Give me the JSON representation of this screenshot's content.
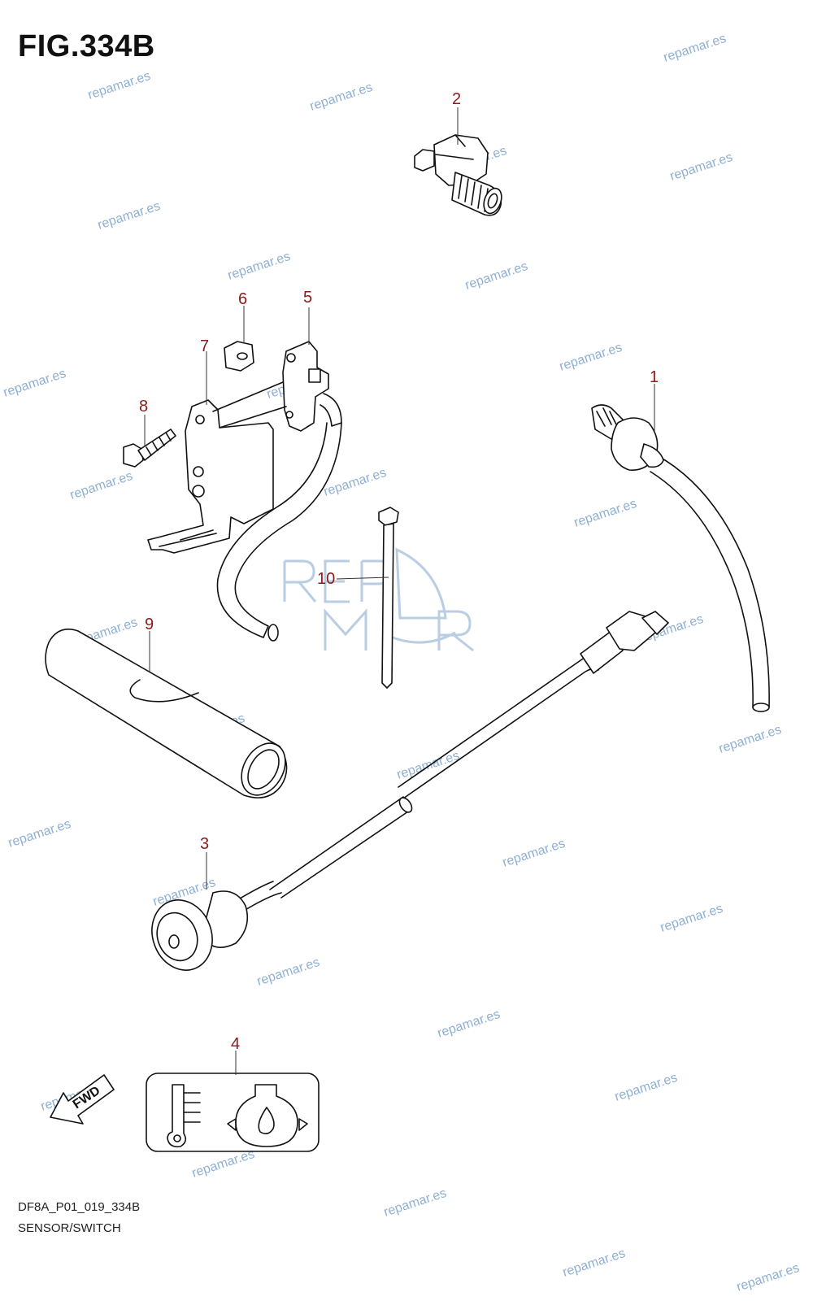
{
  "figure": {
    "title": "FIG.334B",
    "code": "DF8A_P01_019_334B",
    "name": "SENSOR/SWITCH"
  },
  "callouts": [
    "1",
    "2",
    "3",
    "4",
    "5",
    "6",
    "7",
    "8",
    "9",
    "10"
  ],
  "fwd_label": "FWD",
  "watermark": {
    "text": "repamar.es",
    "logo_text": "REPAMAR",
    "color": "#8fb0d3"
  },
  "colors": {
    "callout": "#8b1a1a",
    "line": "#111111"
  },
  "icons": [
    "fwd-arrow-icon",
    "thermometer-icon",
    "oil-pressure-icon"
  ]
}
